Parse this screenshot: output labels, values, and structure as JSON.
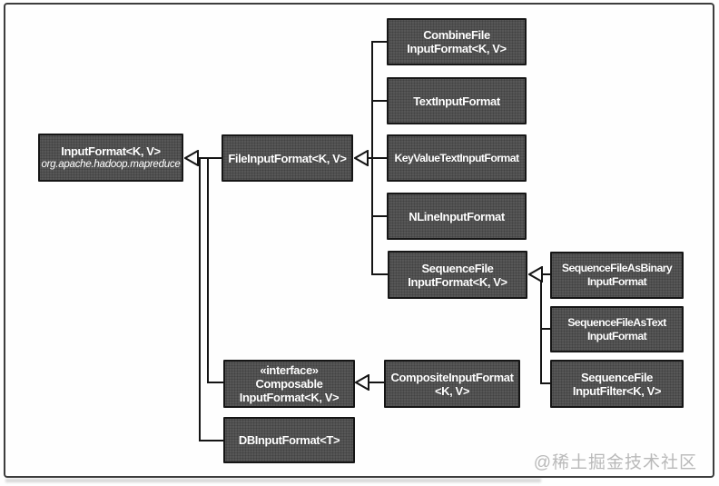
{
  "diagram": {
    "title_hint": "Hadoop InputFormat class hierarchy",
    "nodes": {
      "inputFormat": {
        "line1": "InputFormat<K, V>",
        "subtitle": "org.apache.hadoop.mapreduce"
      },
      "fileInputFormat": {
        "line1": "FileInputFormat<K, V>"
      },
      "combineFile": {
        "line1": "CombineFile",
        "line2": "InputFormat<K, V>"
      },
      "textInput": {
        "line1": "TextInputFormat"
      },
      "keyValueText": {
        "line1": "KeyValueTextInputFormat"
      },
      "nLine": {
        "line1": "NLineInputFormat"
      },
      "sequenceFile": {
        "line1": "SequenceFile",
        "line2": "InputFormat<K, V>"
      },
      "seqAsBinary": {
        "line1": "SequenceFileAsBinary",
        "line2": "InputFormat"
      },
      "seqAsText": {
        "line1": "SequenceFileAsText",
        "line2": "InputFormat"
      },
      "seqFilter": {
        "line1": "SequenceFile",
        "line2": "InputFilter<K, V>"
      },
      "composable": {
        "stereotype": "«interface»",
        "line1": "Composable",
        "line2": "InputFormat<K, V>"
      },
      "composite": {
        "line1": "CompositeInputFormat",
        "line2": "<K, V>"
      },
      "dbInput": {
        "line1": "DBInputFormat<T>"
      }
    },
    "relations": [
      {
        "parent": "InputFormat<K, V>",
        "children": [
          "FileInputFormat<K, V>",
          "«interface» ComposableInputFormat<K, V>",
          "DBInputFormat<T>"
        ]
      },
      {
        "parent": "FileInputFormat<K, V>",
        "children": [
          "CombineFileInputFormat<K, V>",
          "TextInputFormat",
          "KeyValueTextInputFormat",
          "NLineInputFormat",
          "SequenceFileInputFormat<K, V>"
        ]
      },
      {
        "parent": "SequenceFileInputFormat<K, V>",
        "children": [
          "SequenceFileAsBinaryInputFormat",
          "SequenceFileAsTextInputFormat",
          "SequenceFileInputFilter<K, V>"
        ]
      },
      {
        "parent": "«interface» ComposableInputFormat<K, V>",
        "children": [
          "CompositeInputFormat<K, V>"
        ]
      }
    ],
    "watermark": "@稀土掘金技术社区",
    "colors": {
      "box_fill": "#575757",
      "box_border": "#161616",
      "line": "#141414",
      "text": "#ffffff",
      "arrow_fill": "#fcfcfc",
      "watermark": "#b9b9b9",
      "frame_border": "#3d3d3d",
      "background": "#fefefe"
    }
  }
}
